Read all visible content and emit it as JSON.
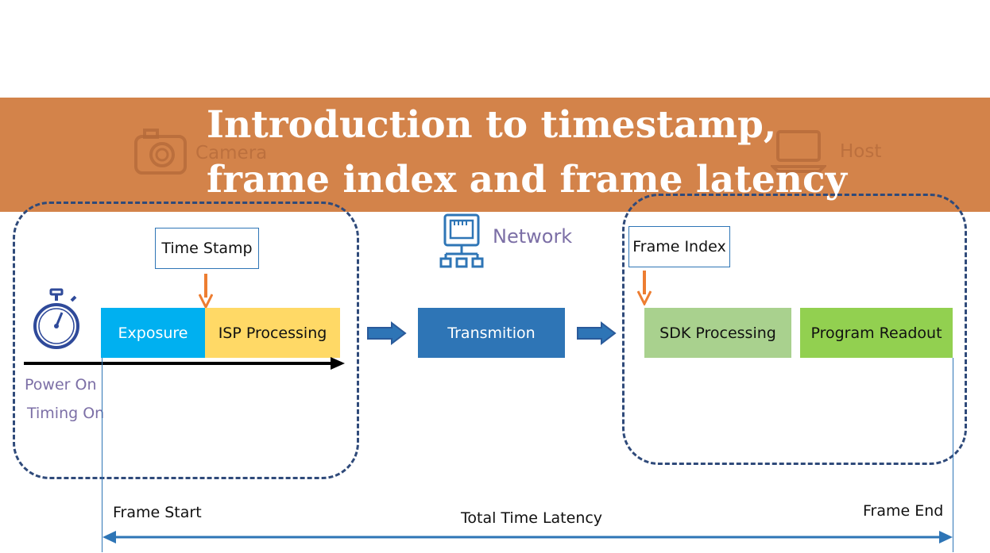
{
  "banner": {
    "title_line1": "Introduction to timestamp,",
    "title_line2": "frame index and frame latency",
    "bg_camera_label": "Camera",
    "bg_host_label": "Host"
  },
  "camera": {
    "time_stamp_label": "Time Stamp",
    "stages": {
      "exposure": "Exposure",
      "isp": "ISP Processing"
    },
    "power_on": "Power On",
    "timing_on": "Timing On"
  },
  "network": {
    "label": "Network",
    "stage": "Transmition"
  },
  "host": {
    "frame_index_label": "Frame Index",
    "stages": {
      "sdk": "SDK Processing",
      "readout": "Program Readout"
    }
  },
  "latency": {
    "frame_start": "Frame Start",
    "frame_end": "Frame End",
    "total": "Total Time Latency"
  },
  "colors": {
    "banner": "#d3834a",
    "exposure": "#00b0f0",
    "isp": "#ffd966",
    "transmition": "#2e75b6",
    "sdk": "#a9d18e",
    "readout": "#92d050",
    "marker_arrow": "#ed7d31",
    "group_border": "#2f4a7a",
    "flow_arrow": "#2e75b6"
  },
  "icons": [
    "camera-icon",
    "laptop-icon",
    "stopwatch-icon",
    "network-icon"
  ]
}
